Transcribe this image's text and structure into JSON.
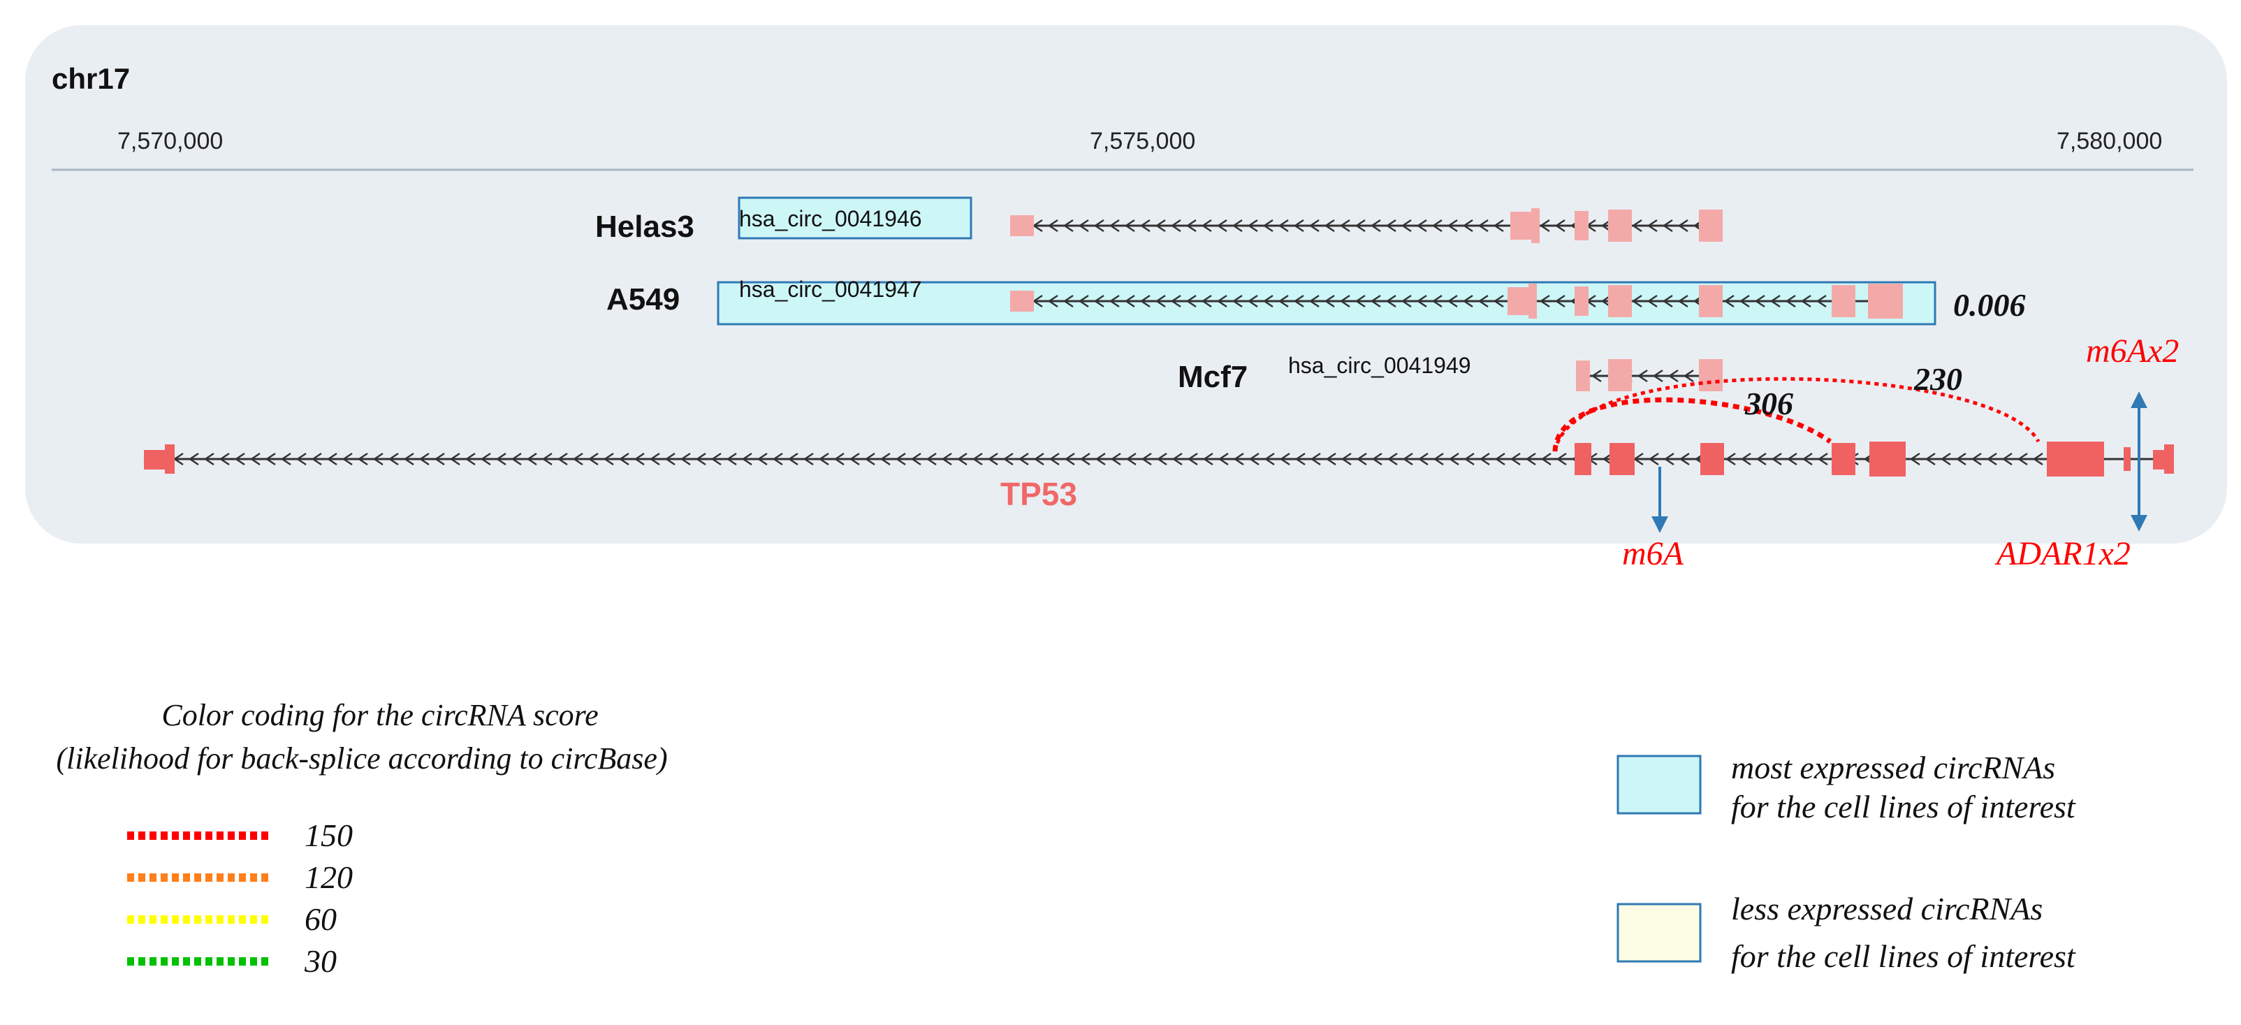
{
  "chromosome": "chr17",
  "ruler": {
    "ticks": [
      "7,570,000",
      "7,575,000",
      "7,580,000"
    ]
  },
  "tracks": [
    {
      "cell_line": "Helas3",
      "circ_id": "hsa_circ_0041946",
      "score": ""
    },
    {
      "cell_line": "A549",
      "circ_id": "hsa_circ_0041947",
      "score": "0.006"
    },
    {
      "cell_line": "Mcf7",
      "circ_id": "hsa_circ_0041949",
      "score": ""
    }
  ],
  "gene": {
    "name": "TP53",
    "loop_labels": [
      "306",
      "230"
    ]
  },
  "annotations": {
    "m6a": "m6A",
    "adar": "ADAR1x2",
    "m6a_x2": "m6Ax2"
  },
  "colors": {
    "panel_bg": "#e9eef3",
    "exon_gene": "#f06262",
    "exon_circ": "#f4a9a9",
    "box_most": "#cdf6f7",
    "box_less": "#fdfde6",
    "box_border": "#2f79b4",
    "arrow": "#2f79b4",
    "score_150": "#ff0000",
    "score_120": "#ff7f1a",
    "score_60": "#ffff00",
    "score_30": "#00c000",
    "annotation_red": "#ff0000",
    "gene_label": "#f06868"
  },
  "score_legend": {
    "title_line1": "Color coding for the circRNA score",
    "title_line2": "(likelihood for back-splice according to circBase)",
    "items": [
      {
        "value": "150",
        "color_key": "score_150"
      },
      {
        "value": "120",
        "color_key": "score_120"
      },
      {
        "value": "60",
        "color_key": "score_60"
      },
      {
        "value": "30",
        "color_key": "score_30"
      }
    ]
  },
  "box_legend": {
    "most_line1": "most expressed circRNAs",
    "most_line2": "for the cell lines of interest",
    "less_line1": "less expressed circRNAs",
    "less_line2": "for the cell lines of interest"
  }
}
